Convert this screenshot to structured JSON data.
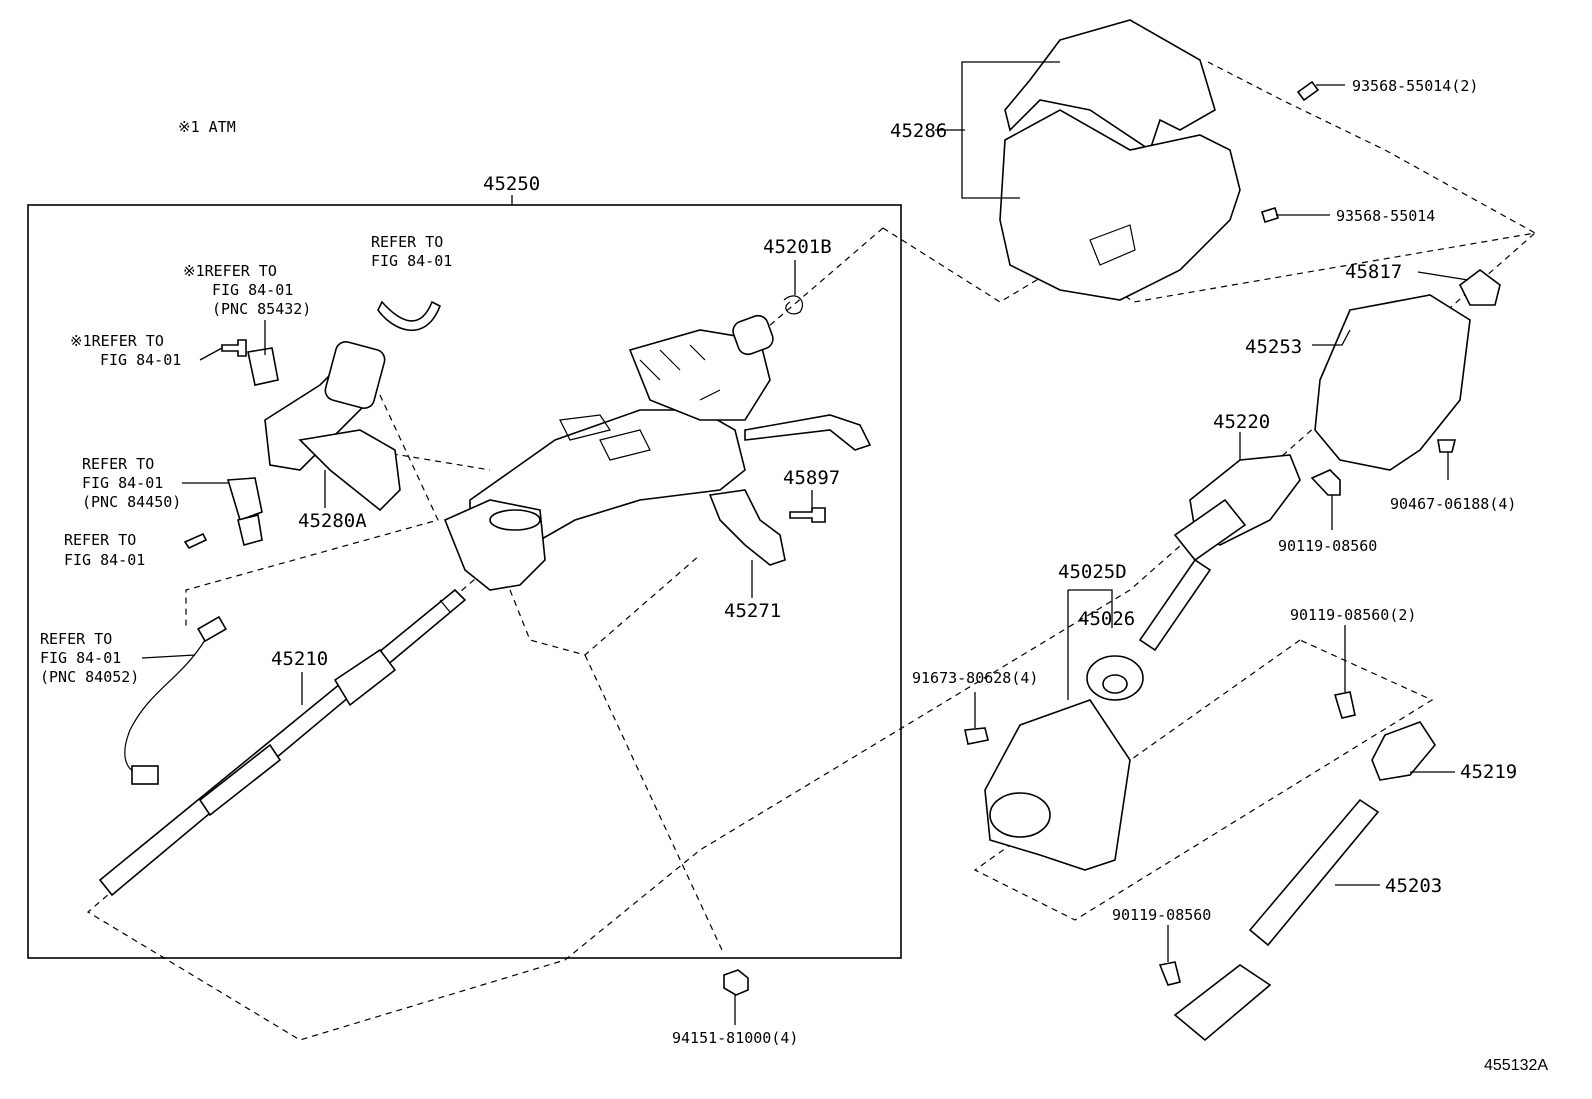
{
  "note": "※1 ATM",
  "diagram_id": "455132A",
  "assembly": {
    "number": "45250",
    "labels": {
      "refer_fig_top": "REFER TO",
      "refer_fig_top_2": "FIG 84-01",
      "refer_85432_1": "※1REFER TO",
      "refer_85432_2": "FIG 84-01",
      "refer_85432_3": "(PNC 85432)",
      "refer_atm_1": "※1REFER TO",
      "refer_atm_2": "FIG 84-01",
      "refer_84450_1": "REFER TO",
      "refer_84450_2": "FIG 84-01",
      "refer_84450_3": "(PNC 84450)",
      "refer_bolt_1": "REFER TO",
      "refer_bolt_2": "FIG 84-01",
      "refer_84052_1": "REFER TO",
      "refer_84052_2": "FIG 84-01",
      "refer_84052_3": "(PNC 84052)",
      "p45201b": "45201B",
      "p45280a": "45280A",
      "p45897": "45897",
      "p45271": "45271",
      "p45210": "45210"
    }
  },
  "outside_parts": {
    "p94151": "94151-81000(4)",
    "p45286": "45286",
    "p93568_2": "93568-55014(2)",
    "p93568": "93568-55014",
    "p45817": "45817",
    "p45253": "45253",
    "p90467": "90467-06188(4)",
    "p45220": "45220",
    "p90119_a": "90119-08560",
    "p45025d": "45025D",
    "p45026": "45026",
    "p91673": "91673-80628(4)",
    "p90119_2": "90119-08560(2)",
    "p45219": "45219",
    "p45203": "45203",
    "p90119_b": "90119-08560"
  }
}
